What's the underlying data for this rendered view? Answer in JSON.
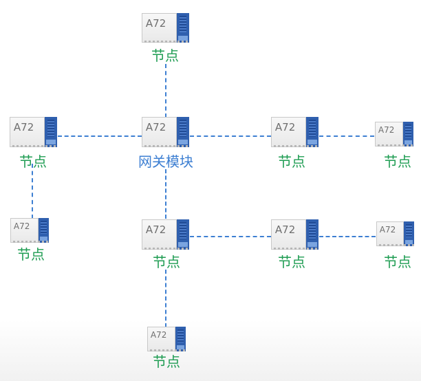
{
  "colors": {
    "link": "#3d7fd2",
    "node_label": "#1e9c52",
    "gateway_label": "#3d7fd2",
    "antenna": "#2f5fae"
  },
  "gateway": {
    "module_text": "A72",
    "label": "网关模块"
  },
  "nodes": [
    {
      "module_text": "A72",
      "label": "节点"
    },
    {
      "module_text": "A72",
      "label": "节点"
    },
    {
      "module_text": "A72",
      "label": "节点"
    },
    {
      "module_text": "A72",
      "label": "节点"
    },
    {
      "module_text": "A72",
      "label": "节点"
    },
    {
      "module_text": "A72",
      "label": "节点"
    },
    {
      "module_text": "A72",
      "label": "节点"
    },
    {
      "module_text": "A72",
      "label": "节点"
    },
    {
      "module_text": "A72",
      "label": "节点"
    }
  ]
}
